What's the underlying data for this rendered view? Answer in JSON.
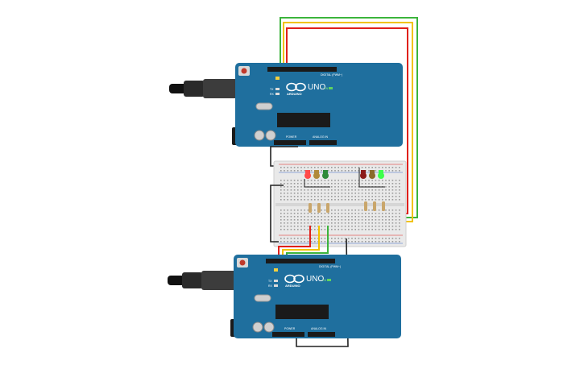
{
  "boards": [
    {
      "id": "top",
      "brand": "ARDUINO",
      "model": "UNO",
      "digital_header": "DIGITAL (PWM~)",
      "power_label": "POWER",
      "analog_label": "ANALOG IN",
      "on_label": "ON",
      "tx_label": "TX",
      "rx_label": "RX",
      "l_label": "L"
    },
    {
      "id": "bottom",
      "brand": "ARDUINO",
      "model": "UNO",
      "digital_header": "DIGITAL (PWM~)",
      "power_label": "POWER",
      "analog_label": "ANALOG IN",
      "on_label": "ON",
      "tx_label": "TX",
      "rx_label": "RX",
      "l_label": "L"
    }
  ],
  "breadboard": {
    "led_group_left": [
      "red",
      "yellow",
      "green"
    ],
    "led_group_right": [
      "red",
      "yellow",
      "green"
    ],
    "led_right_lit": [
      "green"
    ],
    "led_left_lit": [
      "red"
    ]
  },
  "colors": {
    "board_blue": "#1f6f9e",
    "wire_red": "#e0201a",
    "wire_yellow": "#f2c200",
    "wire_green": "#3cb43c",
    "wire_black": "#222222",
    "breadboard": "#e9e9e9"
  }
}
